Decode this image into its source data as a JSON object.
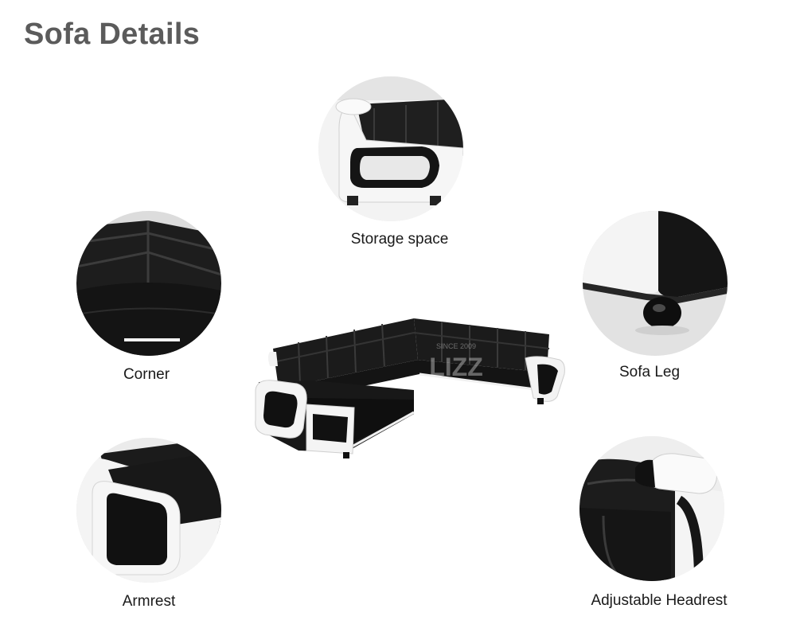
{
  "page": {
    "title": "Sofa Details"
  },
  "details": {
    "storage": {
      "label": "Storage space"
    },
    "corner": {
      "label": "Corner"
    },
    "leg": {
      "label": "Sofa Leg"
    },
    "armrest": {
      "label": "Armrest"
    },
    "headrest": {
      "label": "Adjustable Headrest"
    }
  },
  "hero": {
    "watermark": "LIZZ",
    "watermark_since": "SINCE 2009"
  },
  "colors": {
    "title": "#5b5b5b",
    "leather_black": "#1c1c1c",
    "leather_white": "#f2f2f2"
  }
}
